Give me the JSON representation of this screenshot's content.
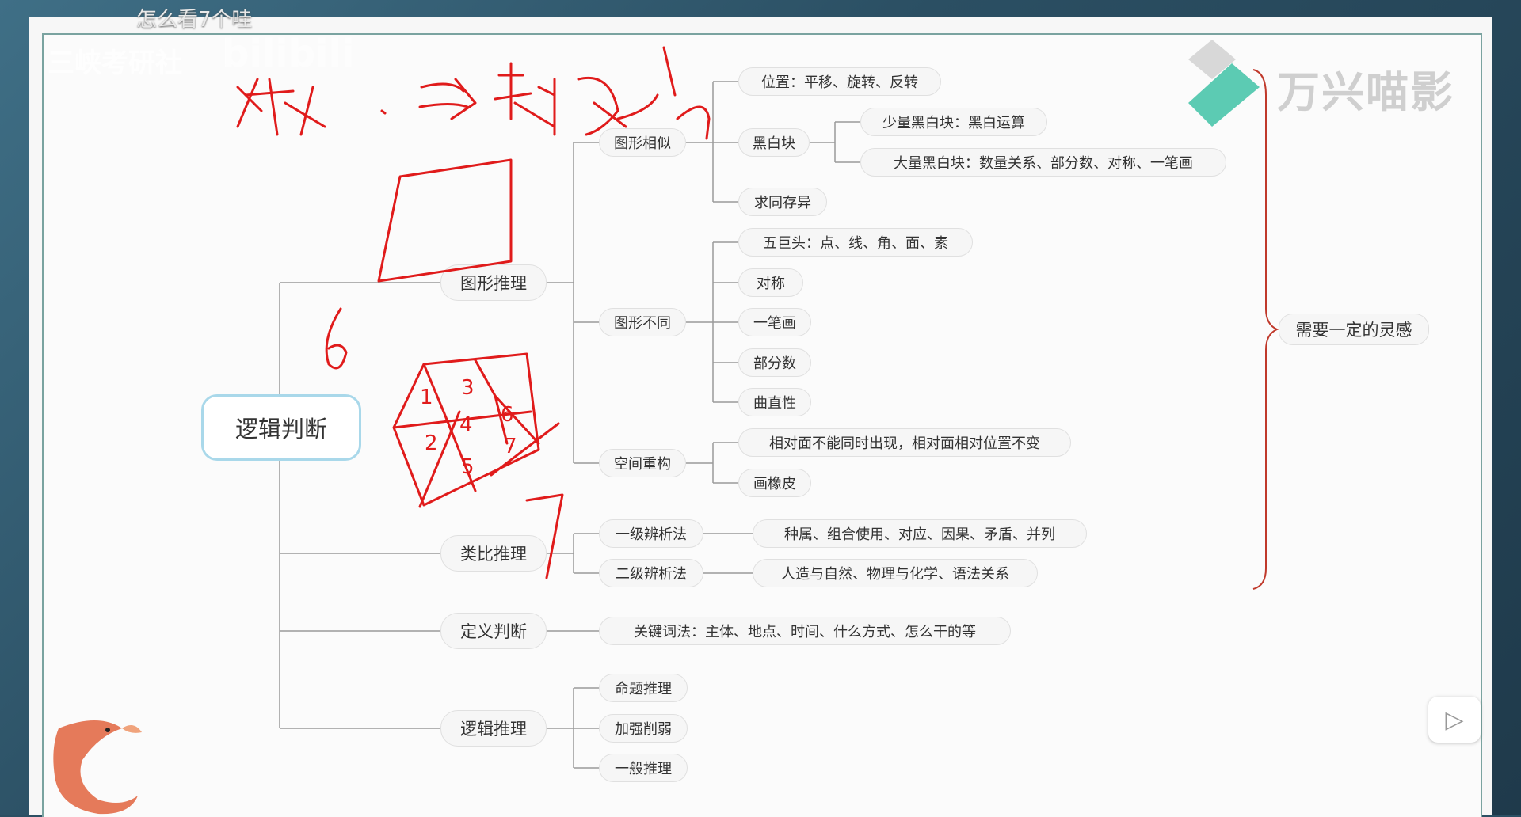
{
  "overlay": {
    "video_title": "怎么看7个哇",
    "channel_mark": "三峡考研社",
    "platform_logo": "bilibili",
    "watermark": "万兴喵影"
  },
  "mindmap": {
    "root": "逻辑判断",
    "branches": {
      "graphic": {
        "label": "图形推理",
        "similar": {
          "label": "图形相似",
          "position": "位置：平移、旋转、反转",
          "blackwhite": "黑白块",
          "bw_small": "少量黑白块：黑白运算",
          "bw_large": "大量黑白块：数量关系、部分数、对称、一笔画",
          "common": "求同存异"
        },
        "different": {
          "label": "图形不同",
          "five_elements": "五巨头：点、线、角、面、素",
          "symmetry": "对称",
          "one_stroke": "一笔画",
          "parts": "部分数",
          "curve_straight": "曲直性"
        },
        "space": {
          "label": "空间重构",
          "opposite_faces": "相对面不能同时出现，相对面相对位置不变",
          "eraser": "画橡皮"
        }
      },
      "analogy": {
        "label": "类比推理",
        "first_level": "一级辨析法",
        "first_level_detail": "种属、组合使用、对应、因果、矛盾、并列",
        "second_level": "二级辨析法",
        "second_level_detail": "人造与自然、物理与化学、语法关系"
      },
      "definition": {
        "label": "定义判断",
        "keywords": "关键词法：主体、地点、时间、什么方式、怎么干的等"
      },
      "logic": {
        "label": "逻辑推理",
        "proposition": "命题推理",
        "strengthen": "加强削弱",
        "general": "一般推理"
      }
    },
    "bracket_note": "需要一定的灵感"
  },
  "annotations": {
    "handwriting_top": "数→封闭",
    "number_six": "6",
    "number_seven": "7",
    "cube_labels": [
      "1",
      "3",
      "6",
      "4",
      "2",
      "5",
      "7"
    ]
  },
  "colors": {
    "ink": "#e01b1b",
    "line": "#9a9a9a",
    "root_border": "#a9d8ea",
    "bracket": "#c0392b"
  }
}
